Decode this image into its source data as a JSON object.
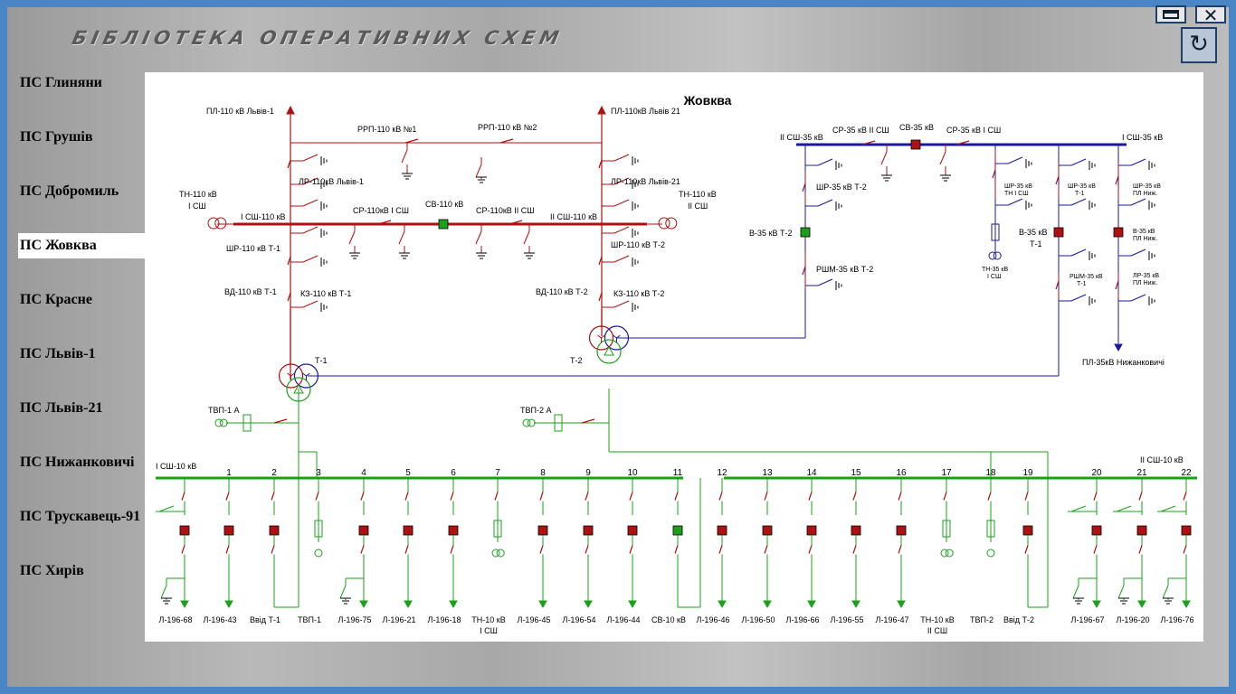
{
  "app": {
    "title": "БІБЛІОТЕКА ОПЕРАТИВНИХ СХЕМ",
    "maximize_icon": "maximize-icon",
    "close_icon": "close-icon",
    "refresh_icon": "refresh-icon"
  },
  "substations": [
    {
      "label": "ПС Глиняни",
      "active": false
    },
    {
      "label": "ПС Грушів",
      "active": false
    },
    {
      "label": "ПС Добромиль",
      "active": false
    },
    {
      "label": "ПС Жовква",
      "active": true
    },
    {
      "label": "ПС Красне",
      "active": false
    },
    {
      "label": "ПС Львів-1",
      "active": false
    },
    {
      "label": "ПС Львів-21",
      "active": false
    },
    {
      "label": "ПС Нижанковичі",
      "active": false
    },
    {
      "label": "ПС Трускавець-91",
      "active": false
    },
    {
      "label": "ПС Хирів",
      "active": false
    }
  ],
  "colors": {
    "hv110": "#b01010",
    "mv35": "#1818a0",
    "lv10": "#1aa01a",
    "switch_closed": "#b01010",
    "switch_green": "#1aa01a",
    "ground": "#000000"
  },
  "diagram": {
    "title": "Жовква",
    "hv": {
      "line1": "ПЛ-110 кВ  Львів-1",
      "line2": "ПЛ-110кВ  Львів 21",
      "rrp1": "РРП-110 кВ №1",
      "rrp2": "РРП-110 кВ №2",
      "lr1": "ЛР-110кВ Львів-1",
      "lr2": "ЛР-110кВ Львів-21",
      "tn1a": "ТН-110 кВ",
      "tn1b": "І СШ",
      "tn2a": "ТН-110 кВ",
      "tn2b": "ІІ СШ",
      "bus1": "І СШ-110 кВ",
      "bus2": "ІІ СШ-110 кВ",
      "sr1": "СР-110кВ І СШ",
      "sv": "СВ-110 кВ",
      "sr2": "СР-110кВ ІІ СШ",
      "shr1": "ШР-110 кВ Т-1",
      "shr2": "ШР-110 кВ Т-2",
      "vd1": "ВД-110 кВ Т-1",
      "kz1": "КЗ-110 кВ Т-1",
      "vd2": "ВД-110 кВ Т-2",
      "kz2": "КЗ-110 кВ Т-2",
      "t1": "Т-1",
      "t2": "Т-2"
    },
    "mv": {
      "bus2": "ІІ СШ-35 кВ",
      "bus1": "І СШ-35 кВ",
      "sr2": "СР-35 кВ ІІ СШ",
      "sv": "СВ-35 кВ",
      "sr1": "СР-35 кВ І СШ",
      "shr_t2": "ШР-35 кВ Т-2",
      "v_t2": "В-35 кВ Т-2",
      "rshm_t2": "РШМ-35 кВ Т-2",
      "shr_tn_a": "ШР-35 кВ",
      "shr_tn_b": "ТН І СШ",
      "tn_a": "ТН-35 кВ",
      "tn_b": "І СШ",
      "shr_t1_a": "ШР-35 кВ",
      "shr_t1_b": "Т-1",
      "v_t1_a": "В-35 кВ",
      "v_t1_b": "Т-1",
      "rshm_t1_a": "РШМ-35 кВ",
      "rshm_t1_b": "Т-1",
      "shr_pl_a": "ШР-35 кВ",
      "shr_pl_b": "ПЛ Ниж.",
      "v_pl_a": "В-35 кВ",
      "v_pl_b": "ПЛ Ниж.",
      "lr_pl_a": "ЛР-35 кВ",
      "lr_pl_b": "ПЛ Ниж.",
      "pl": "ПЛ-35кВ  Нижанковичі"
    },
    "lv": {
      "bus1": "І СШ-10 кВ",
      "bus2": "ІІ СШ-10 кВ",
      "tvp1": "ТВП-1 А",
      "tvp2": "ТВП-2 А",
      "cells": [
        {
          "num": "",
          "name": "Л-196-68",
          "name2": ""
        },
        {
          "num": "1",
          "name": "Л-196-43",
          "name2": ""
        },
        {
          "num": "2",
          "name": "Ввід Т-1",
          "name2": ""
        },
        {
          "num": "3",
          "name": "ТВП-1",
          "name2": ""
        },
        {
          "num": "4",
          "name": "Л-196-75",
          "name2": ""
        },
        {
          "num": "5",
          "name": "Л-196-21",
          "name2": ""
        },
        {
          "num": "6",
          "name": "Л-196-18",
          "name2": ""
        },
        {
          "num": "7",
          "name": "ТН-10 кВ",
          "name2": "І СШ"
        },
        {
          "num": "8",
          "name": "Л-196-45",
          "name2": ""
        },
        {
          "num": "9",
          "name": "Л-196-54",
          "name2": ""
        },
        {
          "num": "10",
          "name": "Л-196-44",
          "name2": ""
        },
        {
          "num": "11",
          "name": "СВ-10 кВ",
          "name2": ""
        },
        {
          "num": "12",
          "name": "Л-196-46",
          "name2": ""
        },
        {
          "num": "13",
          "name": "Л-196-50",
          "name2": ""
        },
        {
          "num": "14",
          "name": "Л-196-66",
          "name2": ""
        },
        {
          "num": "15",
          "name": "Л-196-55",
          "name2": ""
        },
        {
          "num": "16",
          "name": "Л-196-47",
          "name2": ""
        },
        {
          "num": "17",
          "name": "ТН-10 кВ",
          "name2": "ІІ СШ"
        },
        {
          "num": "18",
          "name": "ТВП-2",
          "name2": ""
        },
        {
          "num": "19",
          "name": "Ввід Т-2",
          "name2": ""
        },
        {
          "num": "20",
          "name": "Л-196-67",
          "name2": ""
        },
        {
          "num": "21",
          "name": "Л-196-20",
          "name2": ""
        },
        {
          "num": "22",
          "name": "Л-196-76",
          "name2": ""
        }
      ]
    }
  }
}
